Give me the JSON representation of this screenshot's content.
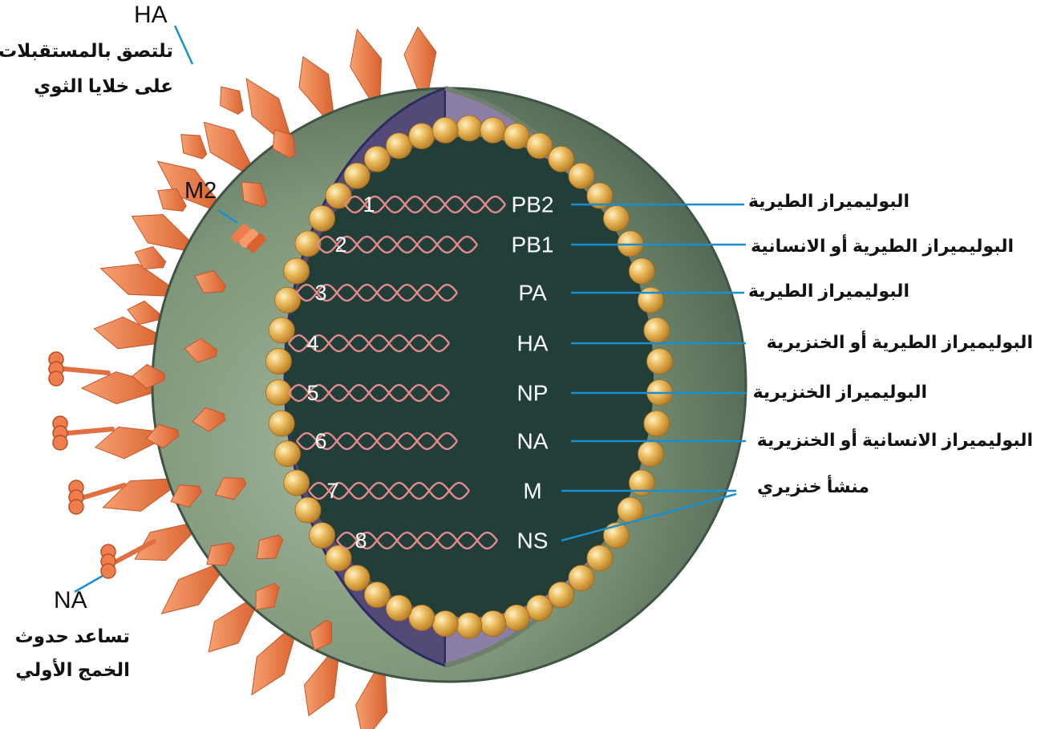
{
  "labels": {
    "ha_title": "HA",
    "ha_desc_line1": "تلتصق بالمستقبلات",
    "ha_desc_line2": "على خلايا الثوي",
    "m2_title": "M2",
    "na_title": "NA",
    "na_desc_line1": "تساعد حدوث",
    "na_desc_line2": "الخمج الأولي"
  },
  "segments": [
    {
      "number": "1",
      "name": "PB2",
      "origin": "البوليميراز الطيرية"
    },
    {
      "number": "2",
      "name": "PB1",
      "origin": "البوليميراز الطيرية أو الانسانية"
    },
    {
      "number": "3",
      "name": "PA",
      "origin": "البوليميراز الطيرية"
    },
    {
      "number": "4",
      "name": "HA",
      "origin": "البوليميراز الطيرية أو الخنزيرية"
    },
    {
      "number": "5",
      "name": "NP",
      "origin": "البوليميراز الخنزيرية"
    },
    {
      "number": "6",
      "name": "NA",
      "origin": "البوليميراز الانسانية أو الخنزيرية"
    },
    {
      "number": "7",
      "name": "M",
      "origin": ""
    },
    {
      "number": "8",
      "name": "NS",
      "origin": ""
    }
  ],
  "shared_origin": "منشأ خنزيري",
  "colors": {
    "envelope_outer": "#6f8a6e",
    "envelope_inner": "#8e9e86",
    "cut_left": "#544a78",
    "cut_right": "#8c7fa6",
    "core": "#223e38",
    "beads": "#e1a93e",
    "rna": "#e48a8c",
    "spike": "#ee7c4c",
    "leader": "#1a8fd0"
  }
}
